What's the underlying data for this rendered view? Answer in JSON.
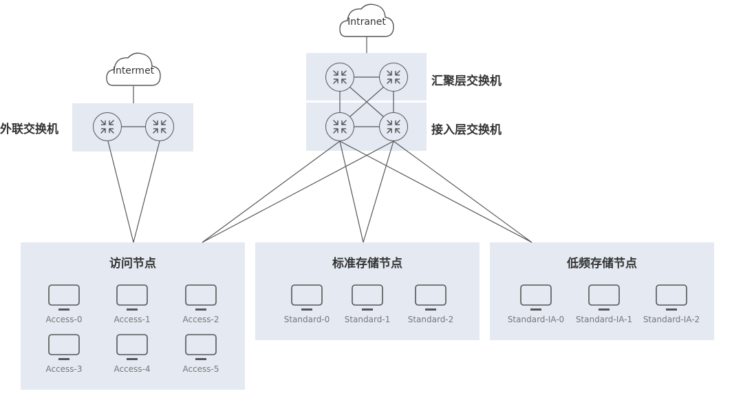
{
  "clouds": {
    "intranet": "Intranet",
    "internet": "Intermet"
  },
  "layers": {
    "external": "外联交换机",
    "aggregation": "汇聚层交换机",
    "access": "接入层交换机"
  },
  "groups": {
    "access_nodes": {
      "title": "访问节点",
      "nodes": [
        "Access-0",
        "Access-1",
        "Access-2",
        "Access-3",
        "Access-4",
        "Access-5"
      ]
    },
    "standard_storage": {
      "title": "标准存储节点",
      "nodes": [
        "Standard-0",
        "Standard-1",
        "Standard-2"
      ]
    },
    "infrequent_storage": {
      "title": "低频存储节点",
      "nodes": [
        "Standard-IA-0",
        "Standard-IA-1",
        "Standard-IA-2"
      ]
    }
  },
  "colors": {
    "panel": "#e4e9f2",
    "line": "#555555",
    "label": "#333333",
    "node_label": "#777777"
  }
}
